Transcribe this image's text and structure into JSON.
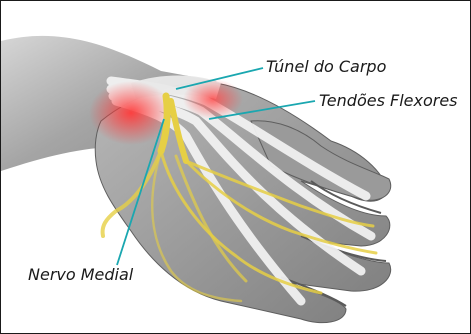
{
  "labels": {
    "carpal_tunnel": "Túnel do Carpo",
    "flexor_tendons": "Tendões Flexores",
    "median_nerve": "Nervo Medial"
  },
  "colors": {
    "skin": "#9b9b9b",
    "skin_light": "#c8c8c8",
    "skin_dark": "#6e6e6e",
    "nerve": "#e8d24a",
    "nerve_pale": "#efe3a6",
    "tendon": "#f2f2f2",
    "inflammation": "#e84a4a",
    "leader_line": "#1aa7b0"
  }
}
